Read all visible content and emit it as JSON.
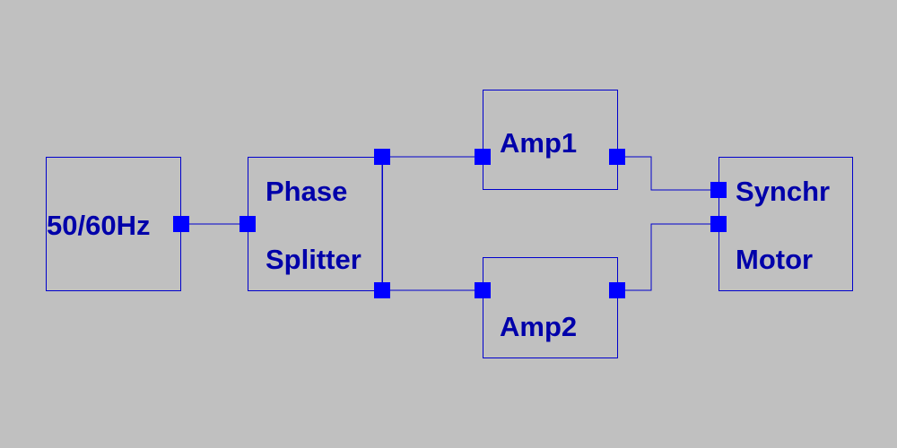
{
  "colors": {
    "background": "#c0c0c0",
    "block_outline": "#0000cc",
    "pin": "#0000ff",
    "text": "#0000aa"
  },
  "blocks": {
    "source": {
      "label": "50/60Hz"
    },
    "splitter": {
      "label_line1": "Phase",
      "label_line2": "Splitter"
    },
    "amp1": {
      "label": "Amp1"
    },
    "amp2": {
      "label": "Amp2"
    },
    "motor": {
      "label_line1": "Synchr",
      "label_line2": "Motor"
    }
  }
}
